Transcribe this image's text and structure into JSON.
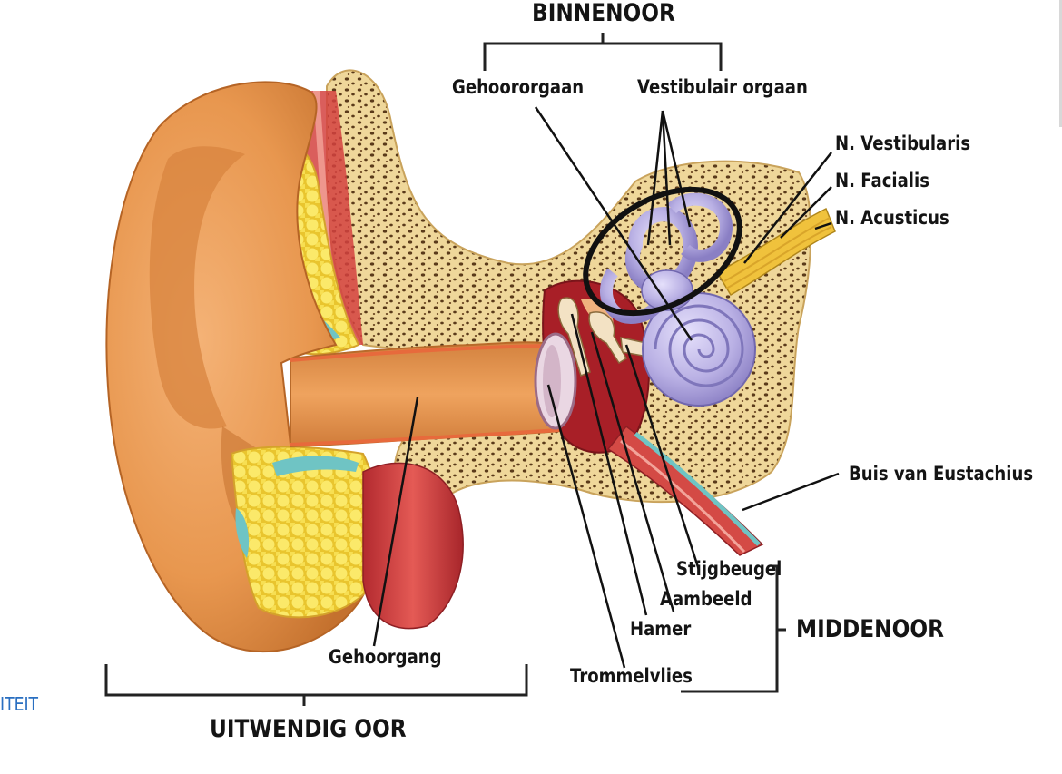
{
  "title": "BINNENOOR",
  "labels": {
    "binnenoor": "BINNENOOR",
    "gehoororgaan": "Gehoororgaan",
    "vestibulair": "Vestibulair orgaan",
    "n_vestibularis": "N. Vestibularis",
    "n_facialis": "N. Facialis",
    "n_acusticus": "N. Acusticus",
    "buis_eustachius": "Buis van Eustachius",
    "stijgbeugel": "Stijgbeugel",
    "aambeeld": "Aambeeld",
    "hamer": "Hamer",
    "trommelvlies": "Trommelvlies",
    "middenoor": "MIDDENOOR",
    "gehoorgang": "Gehoorgang",
    "uitwendig_oor": "UITWENDIG OOR",
    "edge_text": "ITEIT"
  },
  "colors": {
    "skin": "#e8974f",
    "skin_dark": "#c9712c",
    "bone": "#efd79a",
    "bone_pore": "#5a3a1a",
    "fat": "#f7e04a",
    "teal": "#6fc4c4",
    "muscle": "#c9343a",
    "labyrinth": "#b9b0e4",
    "nerve": "#f0c23c",
    "ink": "#141414",
    "link_blue": "#2a6fc1"
  }
}
